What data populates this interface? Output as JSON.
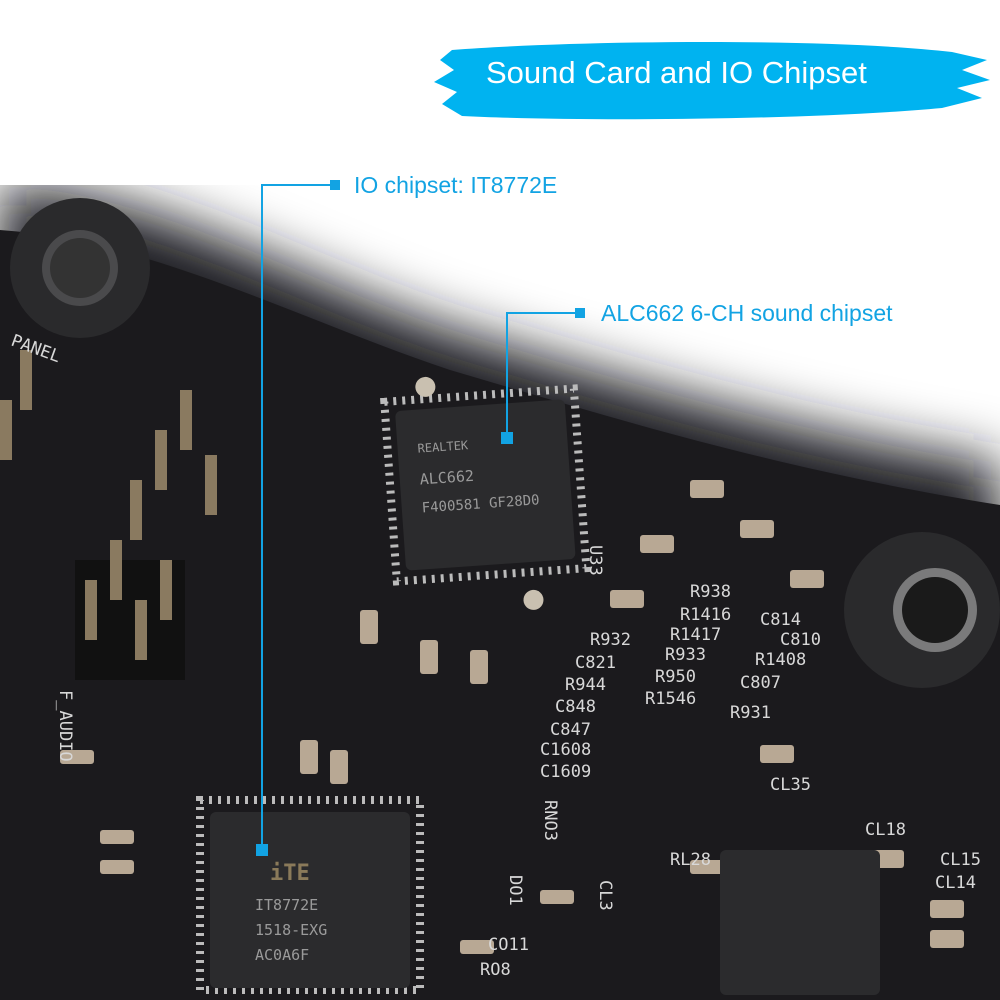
{
  "title": "Sound Card and IO Chipset",
  "callouts": [
    {
      "label": "IO chipset: IT8772E"
    },
    {
      "label": "ALC662 6-CH sound chipset"
    }
  ],
  "chips": {
    "sound": {
      "brand": "REALTEK",
      "model": "ALC662",
      "code": "F400581 GF28D0"
    },
    "io": {
      "brand": "iTE",
      "model": "IT8772E",
      "code": "1518-EXG",
      "code2": "AC0A6F"
    }
  },
  "silkscreen": [
    "PANEL",
    "F_AUDIO",
    "U33",
    "R938",
    "R1416",
    "C814",
    "R932",
    "C821",
    "R944",
    "C848",
    "C847",
    "C1608",
    "C1609",
    "R933",
    "R950",
    "R1546",
    "R931",
    "R1417",
    "R1408",
    "C810",
    "C807",
    "CL35",
    "CL18",
    "CL15",
    "CL14",
    "RL28",
    "CL3",
    "CO11",
    "RO8",
    "DO1",
    "RNO3"
  ],
  "colors": {
    "accent": "#12a3e3",
    "banner": "#00b3f0",
    "board": "#1b1a1d"
  }
}
